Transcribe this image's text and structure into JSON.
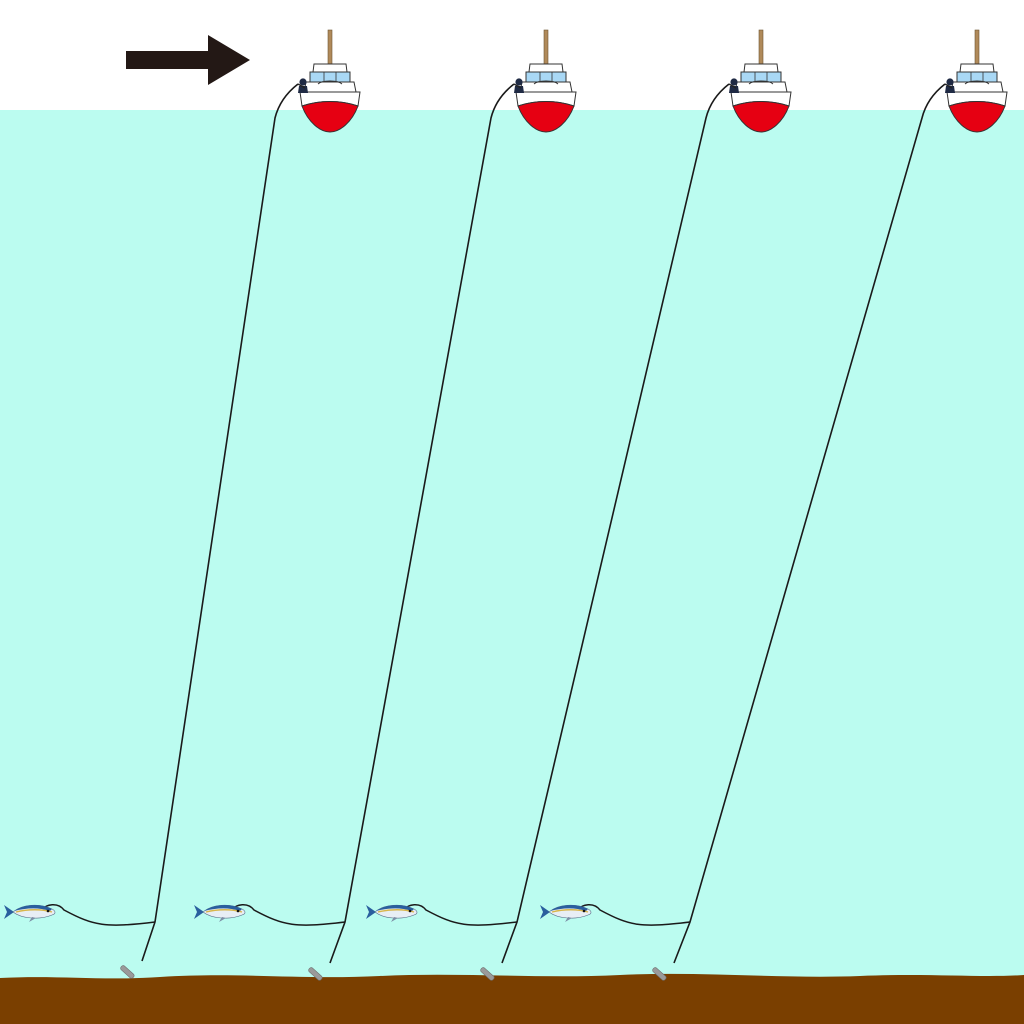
{
  "colors": {
    "sky": "#ffffff",
    "water": "#bbfcf0",
    "seabed": "#7a3f00",
    "line": "#1a1a1a",
    "arrow": "#231815",
    "hull_bottom": "#e60012",
    "hull_top": "#ffffff",
    "cabin_window": "#a9d8f5",
    "mast": "#b08a5a",
    "fish_back": "#2a5f9e",
    "fish_belly": "#e8eef5",
    "fish_stripe": "#d8b64a",
    "sinker": "#9a9a9a",
    "angler": "#1f2a44"
  },
  "arrow": {
    "direction": "right",
    "icon": "right-arrow-icon"
  },
  "stages": [
    {
      "id": "stage-1",
      "boat_icon": "fishing-boat-icon",
      "fish_icon": "fish-icon",
      "sinker_icon": "sinker-icon"
    },
    {
      "id": "stage-2",
      "boat_icon": "fishing-boat-icon",
      "fish_icon": "fish-icon",
      "sinker_icon": "sinker-icon"
    },
    {
      "id": "stage-3",
      "boat_icon": "fishing-boat-icon",
      "fish_icon": "fish-icon",
      "sinker_icon": "sinker-icon"
    },
    {
      "id": "stage-4",
      "boat_icon": "fishing-boat-icon",
      "fish_icon": "fish-icon",
      "sinker_icon": "sinker-icon"
    }
  ]
}
